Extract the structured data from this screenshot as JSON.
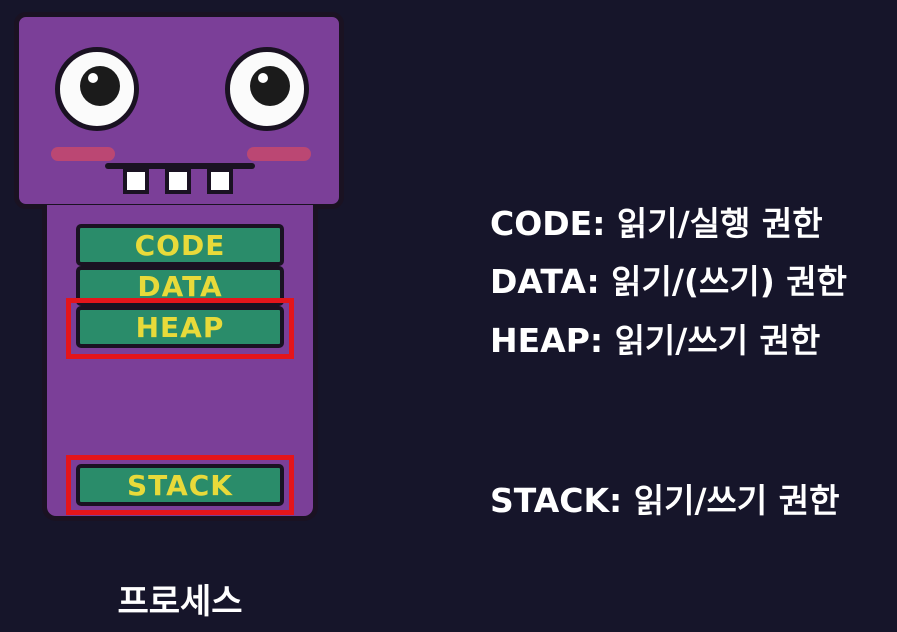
{
  "diagram": {
    "segments": {
      "code": "CODE",
      "data": "DATA",
      "heap": "HEAP",
      "stack": "STACK"
    },
    "highlighted": [
      "HEAP",
      "STACK"
    ],
    "caption": "프로세스",
    "permissions": {
      "code": "CODE: 읽기/실행 권한",
      "data": "DATA: 읽기/(쓰기) 권한",
      "heap": "HEAP: 읽기/쓰기 권한",
      "stack": "STACK: 읽기/쓰기 권한"
    }
  },
  "colors": {
    "background": "#16152a",
    "robot_purple": "#7b3f98",
    "segment_green": "#2a8c6a",
    "segment_text_yellow": "#e8da3a",
    "highlight_red": "#e4151b",
    "text_white": "#ffffff"
  },
  "icons": [
    "robot-eye-icon",
    "robot-teeth-icon"
  ]
}
